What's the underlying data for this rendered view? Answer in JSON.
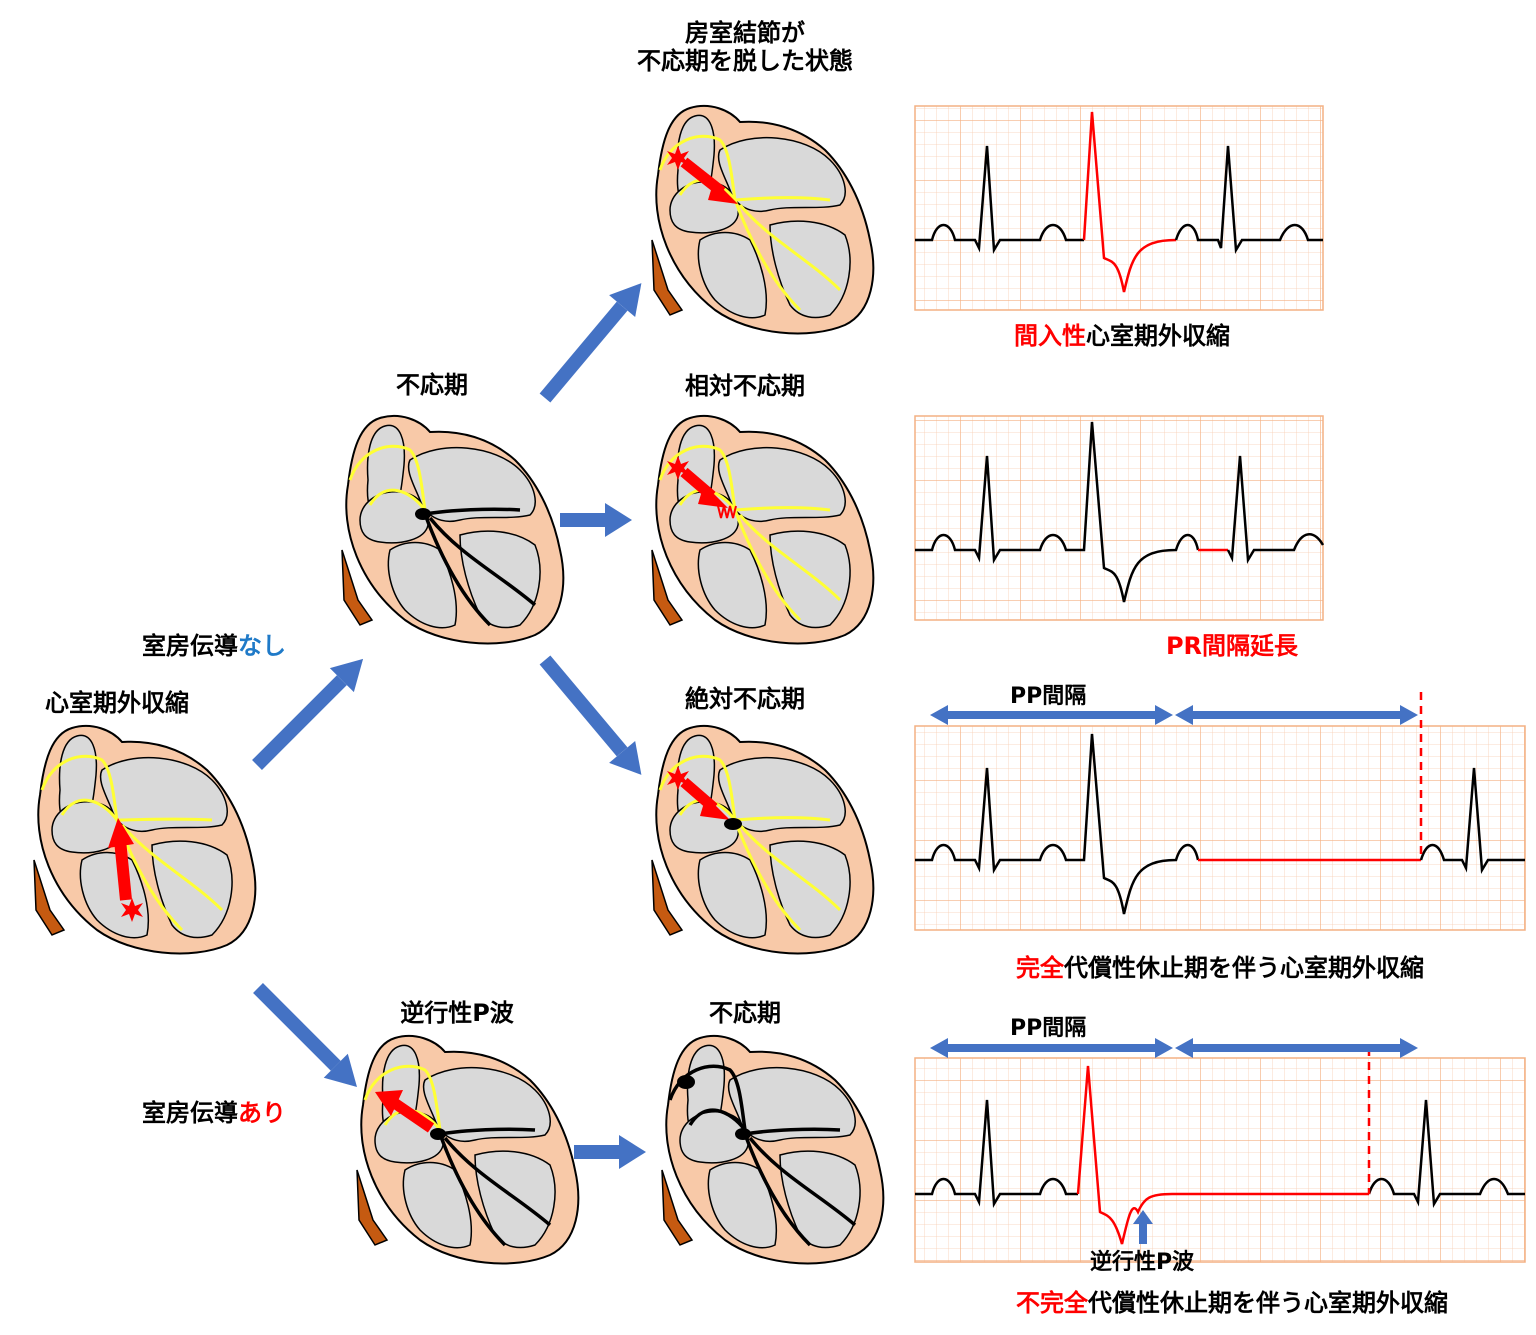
{
  "labels": {
    "pvc": "心室期外収縮",
    "va_none_a": "室房伝導",
    "va_none_b": "なし",
    "va_yes_a": "室房伝導",
    "va_yes_b": "あり",
    "refractory": "不応期",
    "av_recovered_1": "房室結節が",
    "av_recovered_2": "不応期を脱した状態",
    "relative": "相対不応期",
    "absolute": "絶対不応期",
    "retro_p": "逆行性P波",
    "refractory2": "不応期"
  },
  "captions": {
    "interpolated_a": "間入性",
    "interpolated_b": "心室期外収縮",
    "pr_prolong": "PR間隔延長",
    "complete_a": "完全",
    "complete_b": "代償性休止期を伴う心室期外収縮",
    "incomplete_a": "不完全",
    "incomplete_b": "代償性休止期を伴う心室期外収縮",
    "pp1": "PP間隔",
    "pp2": "PP間隔",
    "retro_p_label": "逆行性P波"
  },
  "colors": {
    "heart_fill": "#f8c9a8",
    "chamber": "#d9d9d9",
    "conduction_yellow": "#ffff33",
    "aorta": "#c55a11",
    "arrow_blue": "#4472c4",
    "ecg_red": "#ff0000",
    "grid": "#f4b183",
    "text_blue": "#1f7ac8"
  }
}
